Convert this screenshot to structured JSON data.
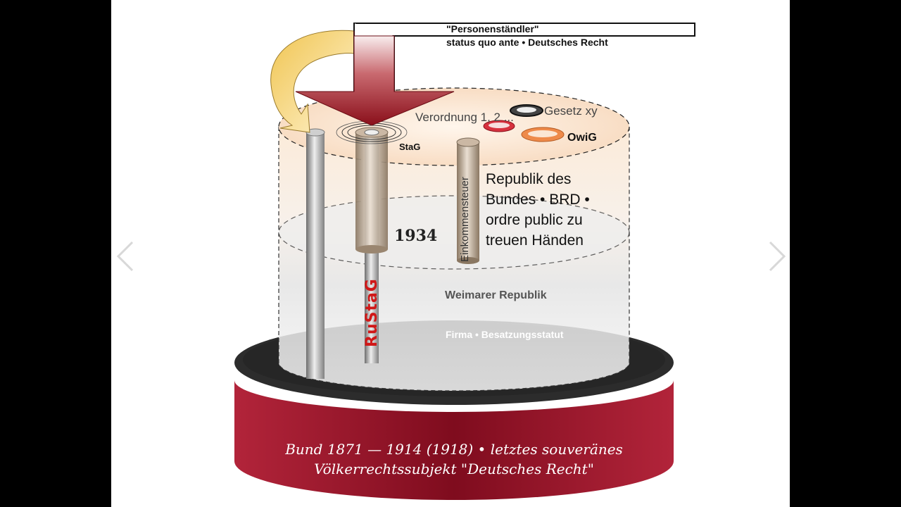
{
  "nav": {
    "prev_icon": "chevron-left-icon",
    "next_icon": "chevron-right-icon"
  },
  "diagram": {
    "top_label_1": "\"Personenständler\"",
    "top_label_2": "status quo ante • Deutsches Recht",
    "verordnung": "Verordnung 1, 2 ...",
    "gesetz": "Gesetz xy",
    "owig": "OwiG",
    "stag": "StaG",
    "year": "1934",
    "einkommensteuer": "Einkommensteuer",
    "rustag": "RuStaG",
    "republik_lines": [
      "Republik des",
      "Bundes • BRD •",
      "ordre public zu",
      "treuen Händen"
    ],
    "weimar": "Weimarer Republik",
    "firma": "Firma • Besatzungsstatut",
    "base_lines": [
      "Bund 1871 — 1914 (1918) • letztes souveränes",
      "Völkerrechtssubjekt \"Deutsches Recht\""
    ]
  },
  "colors": {
    "background": "#000000",
    "slide": "#ffffff",
    "base_red": "#9b1428",
    "platform_dark": "#2b2b2b",
    "arrow_red": "#9c1a22",
    "curved_arrow_gold": "#e4b843"
  }
}
